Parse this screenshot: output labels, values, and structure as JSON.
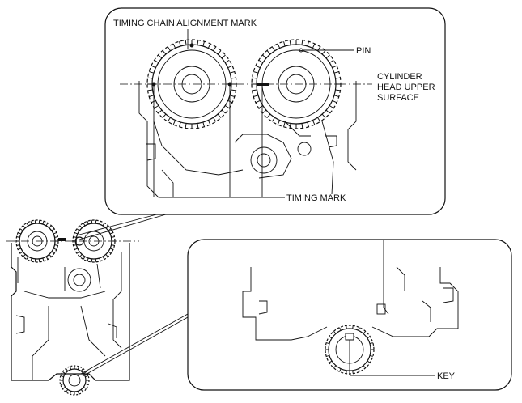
{
  "labels": {
    "timing_chain_alignment_mark": "TIMING CHAIN ALIGNMENT MARK",
    "pin": "PIN",
    "cylinder_head_upper_surface": [
      "CYLINDER",
      "HEAD UPPER",
      "SURFACE"
    ],
    "timing_mark": "TIMING MARK",
    "key": "KEY"
  }
}
